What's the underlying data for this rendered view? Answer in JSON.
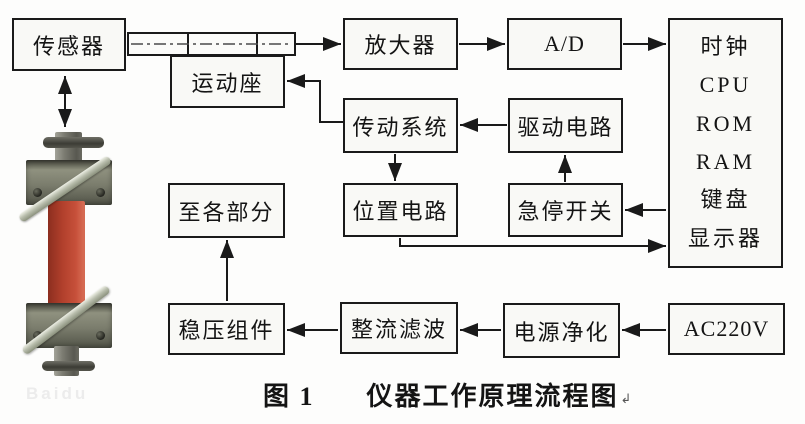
{
  "figure": {
    "caption_label": "图 1",
    "caption_title": "仪器工作原理流程图",
    "caption_return_mark": "↲",
    "watermark": "Baidu"
  },
  "blocks": {
    "sensor": "传感器",
    "motion_seat": "运动座",
    "amplifier": "放大器",
    "ad_converter": "A/D",
    "main_unit": [
      "时钟",
      "CPU",
      "ROM",
      "RAM",
      "键盘",
      "显示器"
    ],
    "transmission": "传动系统",
    "drive_circuit": "驱动电路",
    "position_circuit": "位置电路",
    "emergency_stop": "急停开关",
    "to_all_parts": "至各部分",
    "voltage_regulator": "稳压组件",
    "rectifier_filter": "整流滤波",
    "power_purifier": "电源净化",
    "ac_supply": "AC220V"
  },
  "connections": [
    {
      "from": "传感器",
      "to": "试样夹具(照片)",
      "style": "double-arrow"
    },
    {
      "from": "导杆/运动座",
      "to": "放大器",
      "style": "arrow"
    },
    {
      "from": "放大器",
      "to": "A/D",
      "style": "arrow"
    },
    {
      "from": "A/D",
      "to": "主机(时钟/CPU/ROM/RAM/键盘/显示器)",
      "style": "arrow"
    },
    {
      "from": "传动系统",
      "to": "运动座",
      "style": "arrow"
    },
    {
      "from": "驱动电路",
      "to": "传动系统",
      "style": "arrow"
    },
    {
      "from": "传动系统",
      "to": "位置电路",
      "style": "arrow"
    },
    {
      "from": "急停开关",
      "to": "驱动电路",
      "style": "arrow"
    },
    {
      "from": "主机",
      "to": "急停开关",
      "style": "arrow"
    },
    {
      "from": "位置电路",
      "to": "主机",
      "style": "arrow"
    },
    {
      "from": "AC220V",
      "to": "电源净化",
      "style": "arrow"
    },
    {
      "from": "电源净化",
      "to": "整流滤波",
      "style": "arrow"
    },
    {
      "from": "整流滤波",
      "to": "稳压组件",
      "style": "arrow"
    },
    {
      "from": "稳压组件",
      "to": "至各部分",
      "style": "arrow"
    }
  ],
  "colors": {
    "line": "#1a1a1a",
    "box_fill": "#f9f9f6",
    "specimen_red": "#b2402c",
    "clamp_metal": "#7b7d6d",
    "background": "#fdfdfc"
  }
}
